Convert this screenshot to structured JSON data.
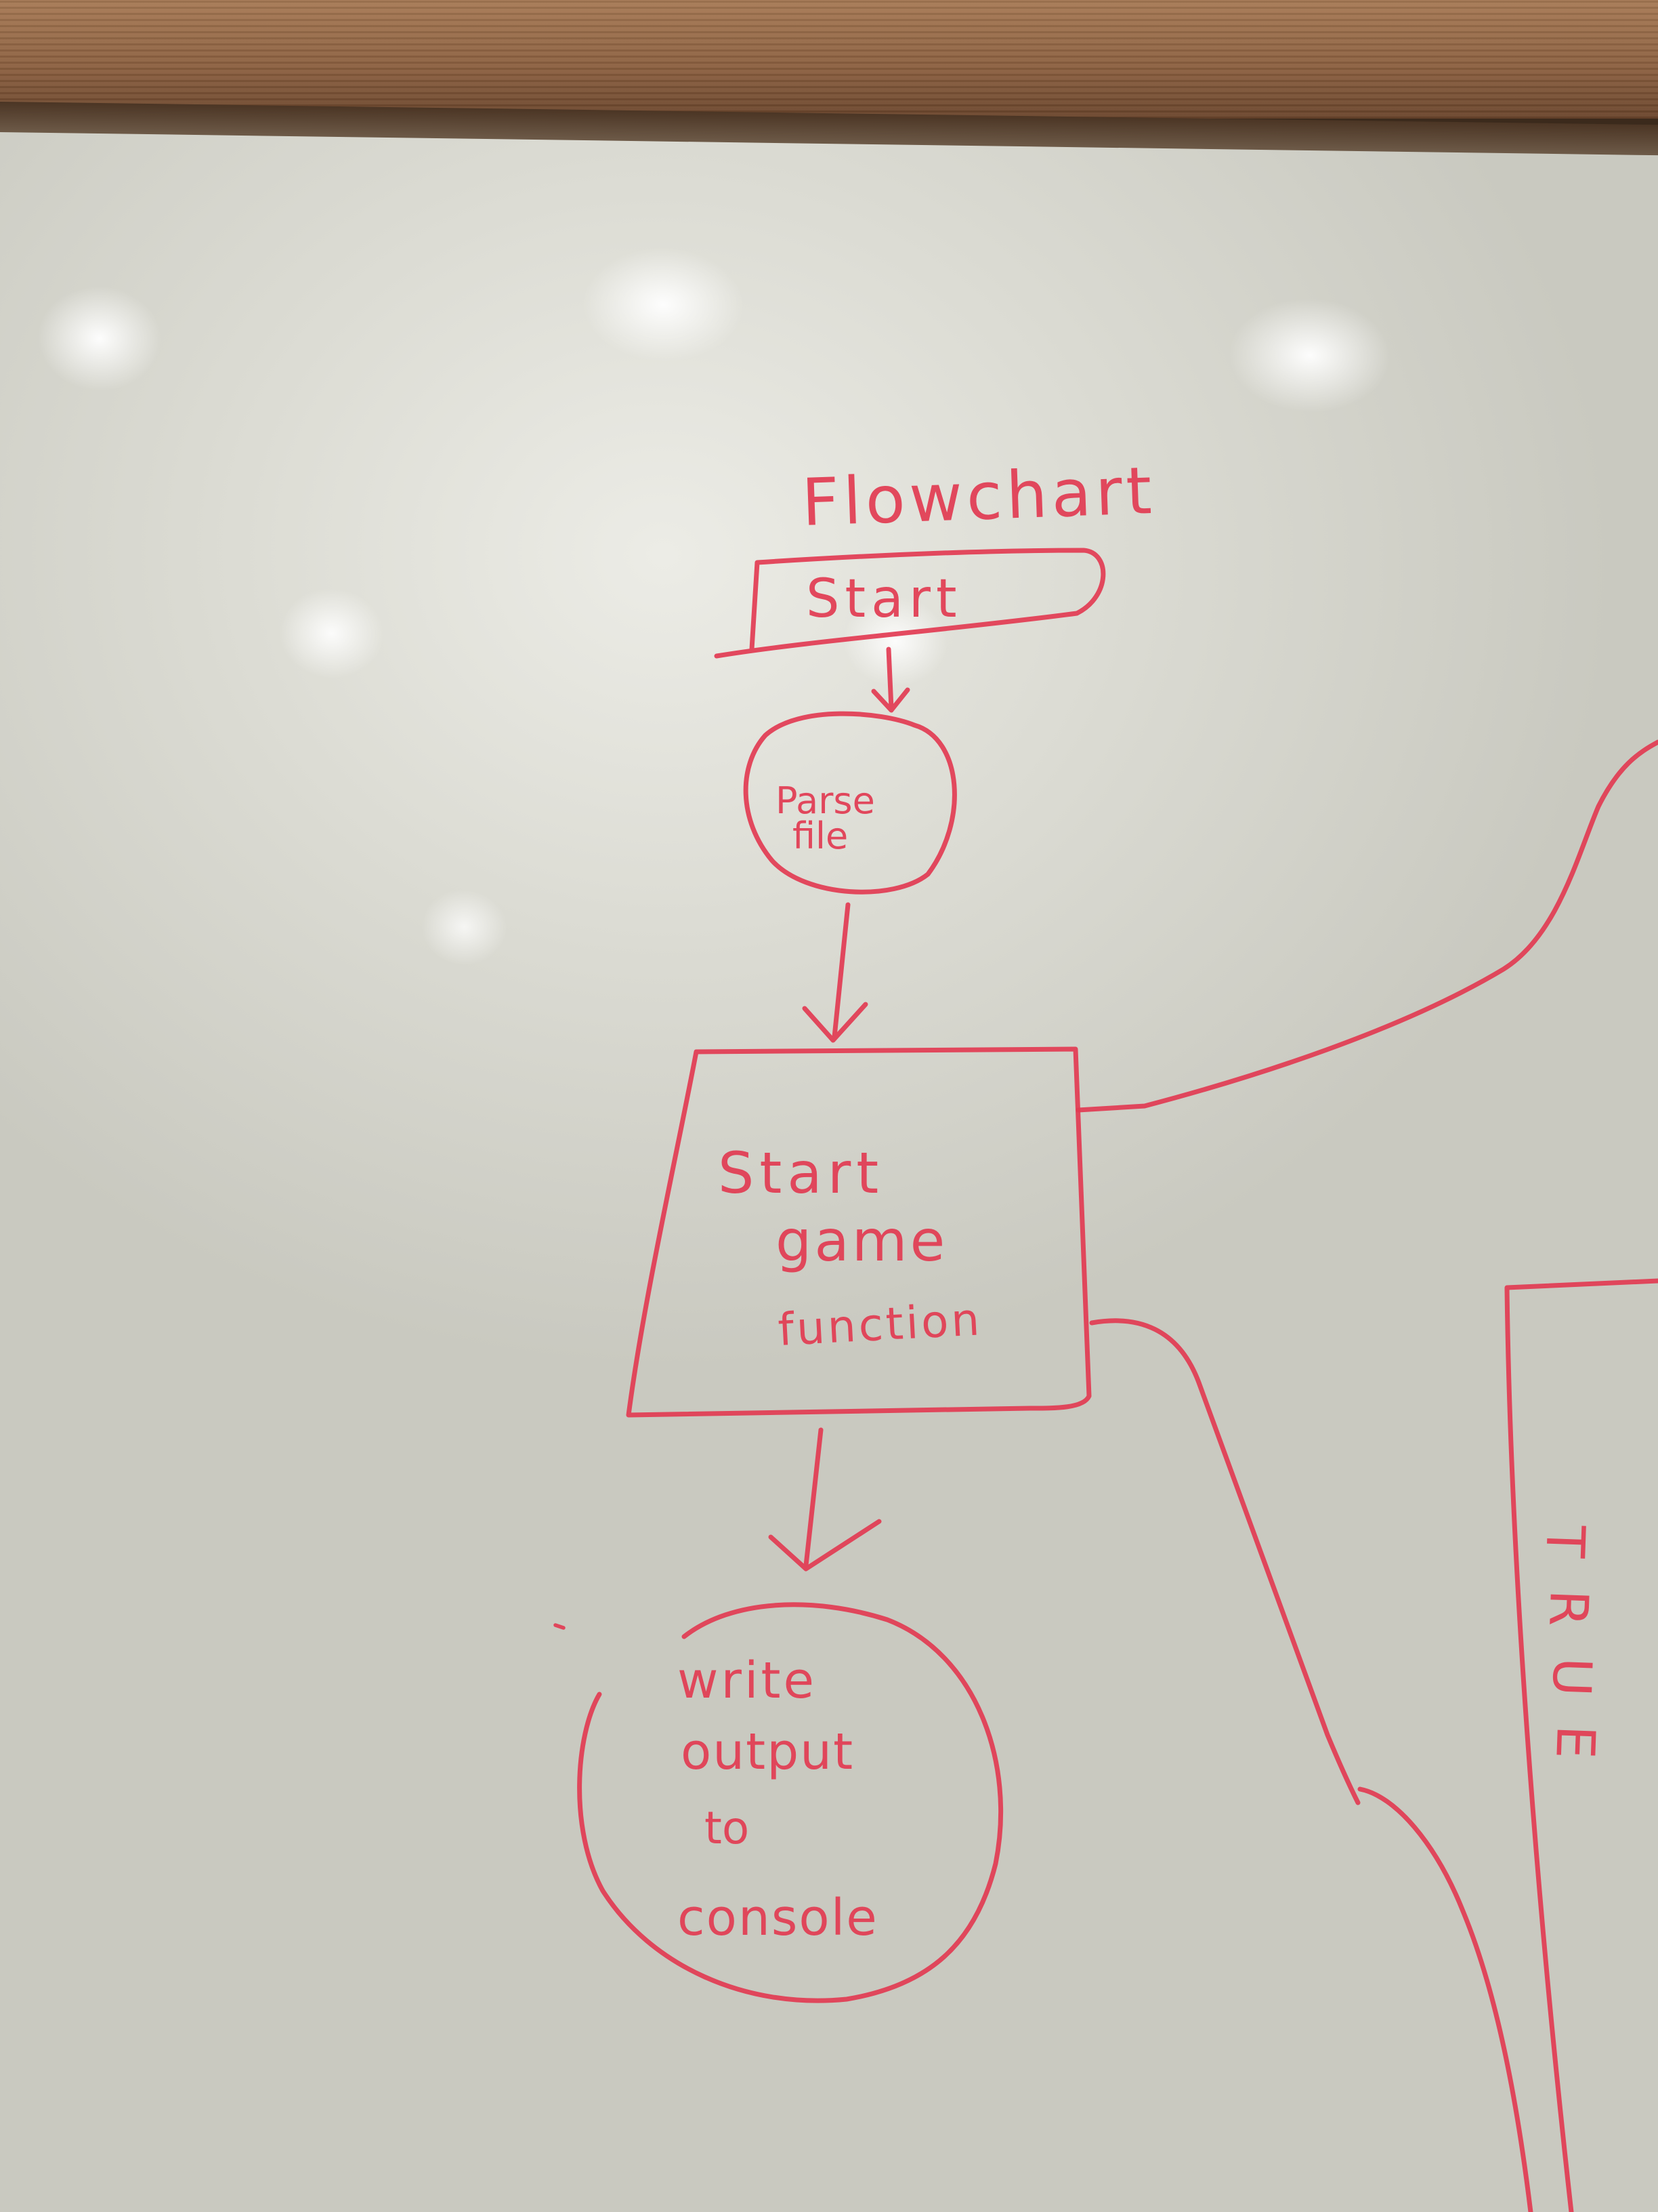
{
  "whiteboard": {
    "title": "Flowchart",
    "nodes": {
      "start": "Start",
      "parse_line1": "Parse",
      "parse_line2": "file",
      "game_line1": "Start",
      "game_line2": "game",
      "game_line3": "function",
      "output_line1": "write",
      "output_line2": "output",
      "output_line3": "to",
      "output_line4": "console"
    },
    "side_box_label": [
      "T",
      "R",
      "U",
      "E"
    ],
    "ink_color": "#e23b52"
  }
}
